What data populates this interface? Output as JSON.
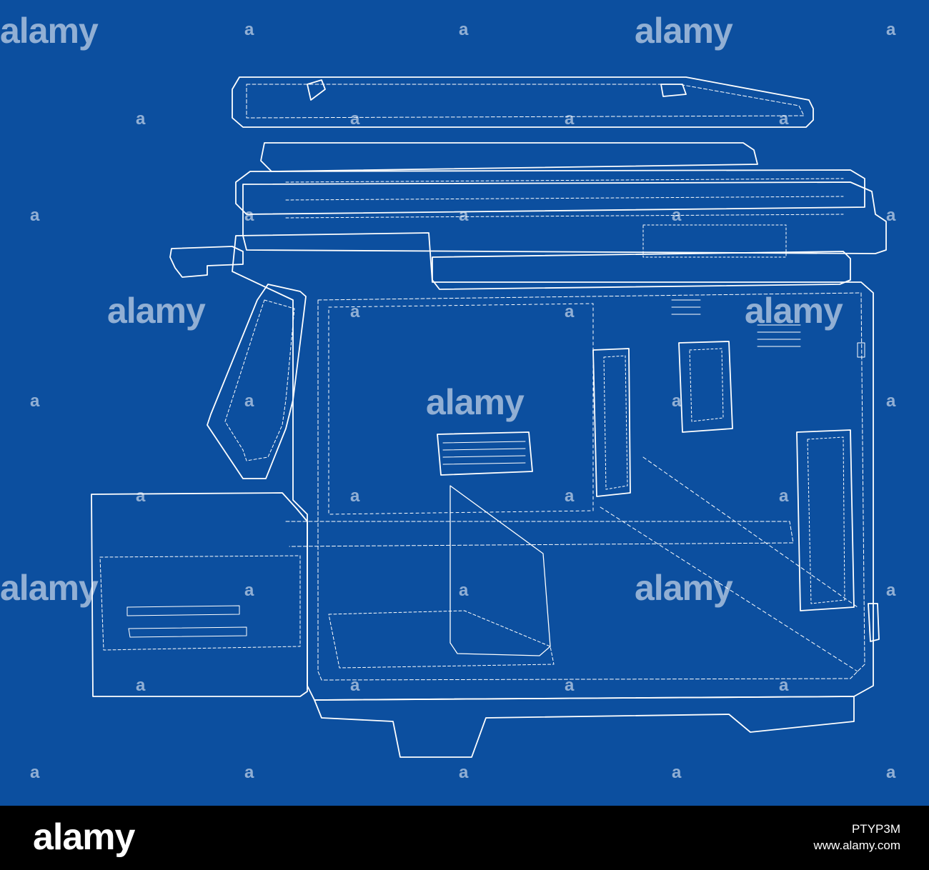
{
  "image": {
    "subject": "printer-wireframe",
    "background_color": "#0c4f9f",
    "line_color": "#ffffff"
  },
  "watermark": {
    "text": "alamy",
    "short": "a"
  },
  "footer": {
    "logo": "alamy",
    "image_id": "PTYP3M",
    "site": "www.alamy.com"
  }
}
